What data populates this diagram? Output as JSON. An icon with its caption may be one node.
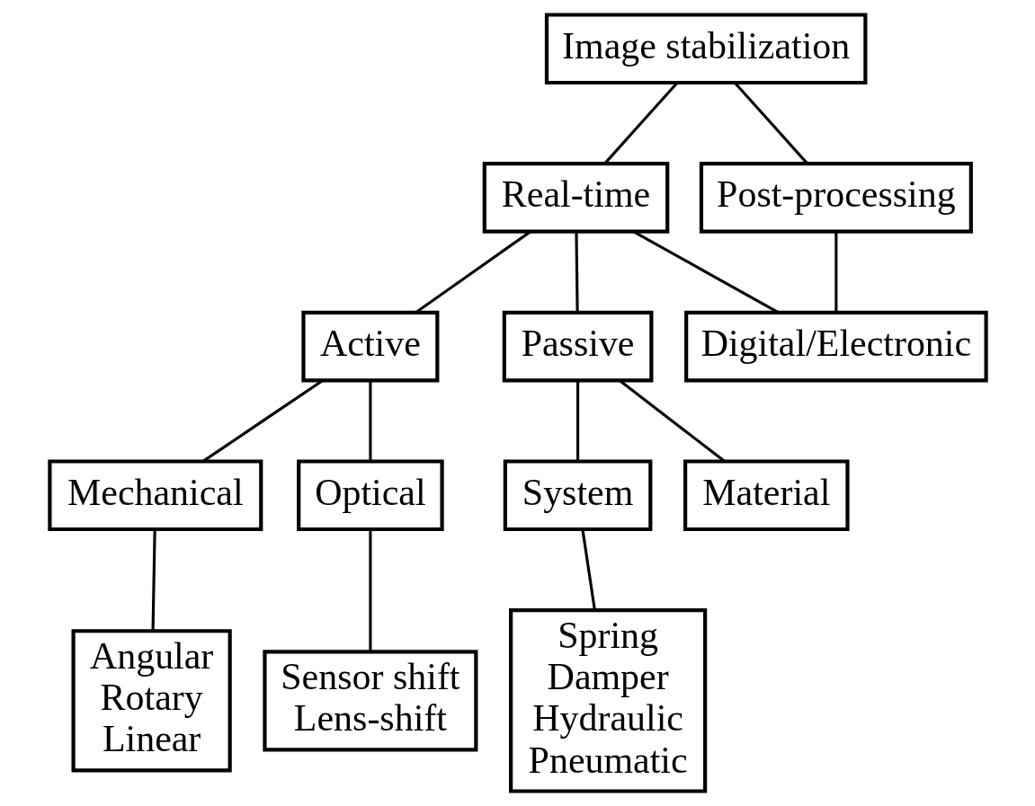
{
  "diagram": {
    "nodes": [
      {
        "text": [
          "Image stabilization"
        ]
      },
      {
        "text": [
          "Real-time"
        ]
      },
      {
        "text": [
          "Post-processing"
        ]
      },
      {
        "text": [
          "Active"
        ]
      },
      {
        "text": [
          "Passive"
        ]
      },
      {
        "text": [
          "Digital/Electronic"
        ]
      },
      {
        "text": [
          "Mechanical"
        ]
      },
      {
        "text": [
          "Optical"
        ]
      },
      {
        "text": [
          "System"
        ]
      },
      {
        "text": [
          "Material"
        ]
      },
      {
        "text": [
          "Angular",
          "Rotary",
          "Linear"
        ]
      },
      {
        "text": [
          "Sensor shift",
          "Lens-shift"
        ]
      },
      {
        "text": [
          "Spring",
          "Damper",
          "Hydraulic",
          "Pneumatic"
        ]
      }
    ],
    "edges": [
      {
        "from": 0,
        "to": 1,
        "arrow": "none"
      },
      {
        "from": 0,
        "to": 2,
        "arrow": "none"
      },
      {
        "from": 1,
        "to": 3,
        "arrow": "none"
      },
      {
        "from": 1,
        "to": 4,
        "arrow": "none"
      },
      {
        "from": 1,
        "to": 5,
        "arrow": "none"
      },
      {
        "from": 2,
        "to": 5,
        "arrow": "none"
      },
      {
        "from": 3,
        "to": 6,
        "arrow": "none"
      },
      {
        "from": 3,
        "to": 7,
        "arrow": "none"
      },
      {
        "from": 4,
        "to": 8,
        "arrow": "none"
      },
      {
        "from": 4,
        "to": 9,
        "arrow": "none"
      },
      {
        "from": 6,
        "to": 10,
        "arrow": "none"
      },
      {
        "from": 7,
        "to": 11,
        "arrow": "none"
      },
      {
        "from": 8,
        "to": 12,
        "arrow": "none"
      }
    ]
  }
}
